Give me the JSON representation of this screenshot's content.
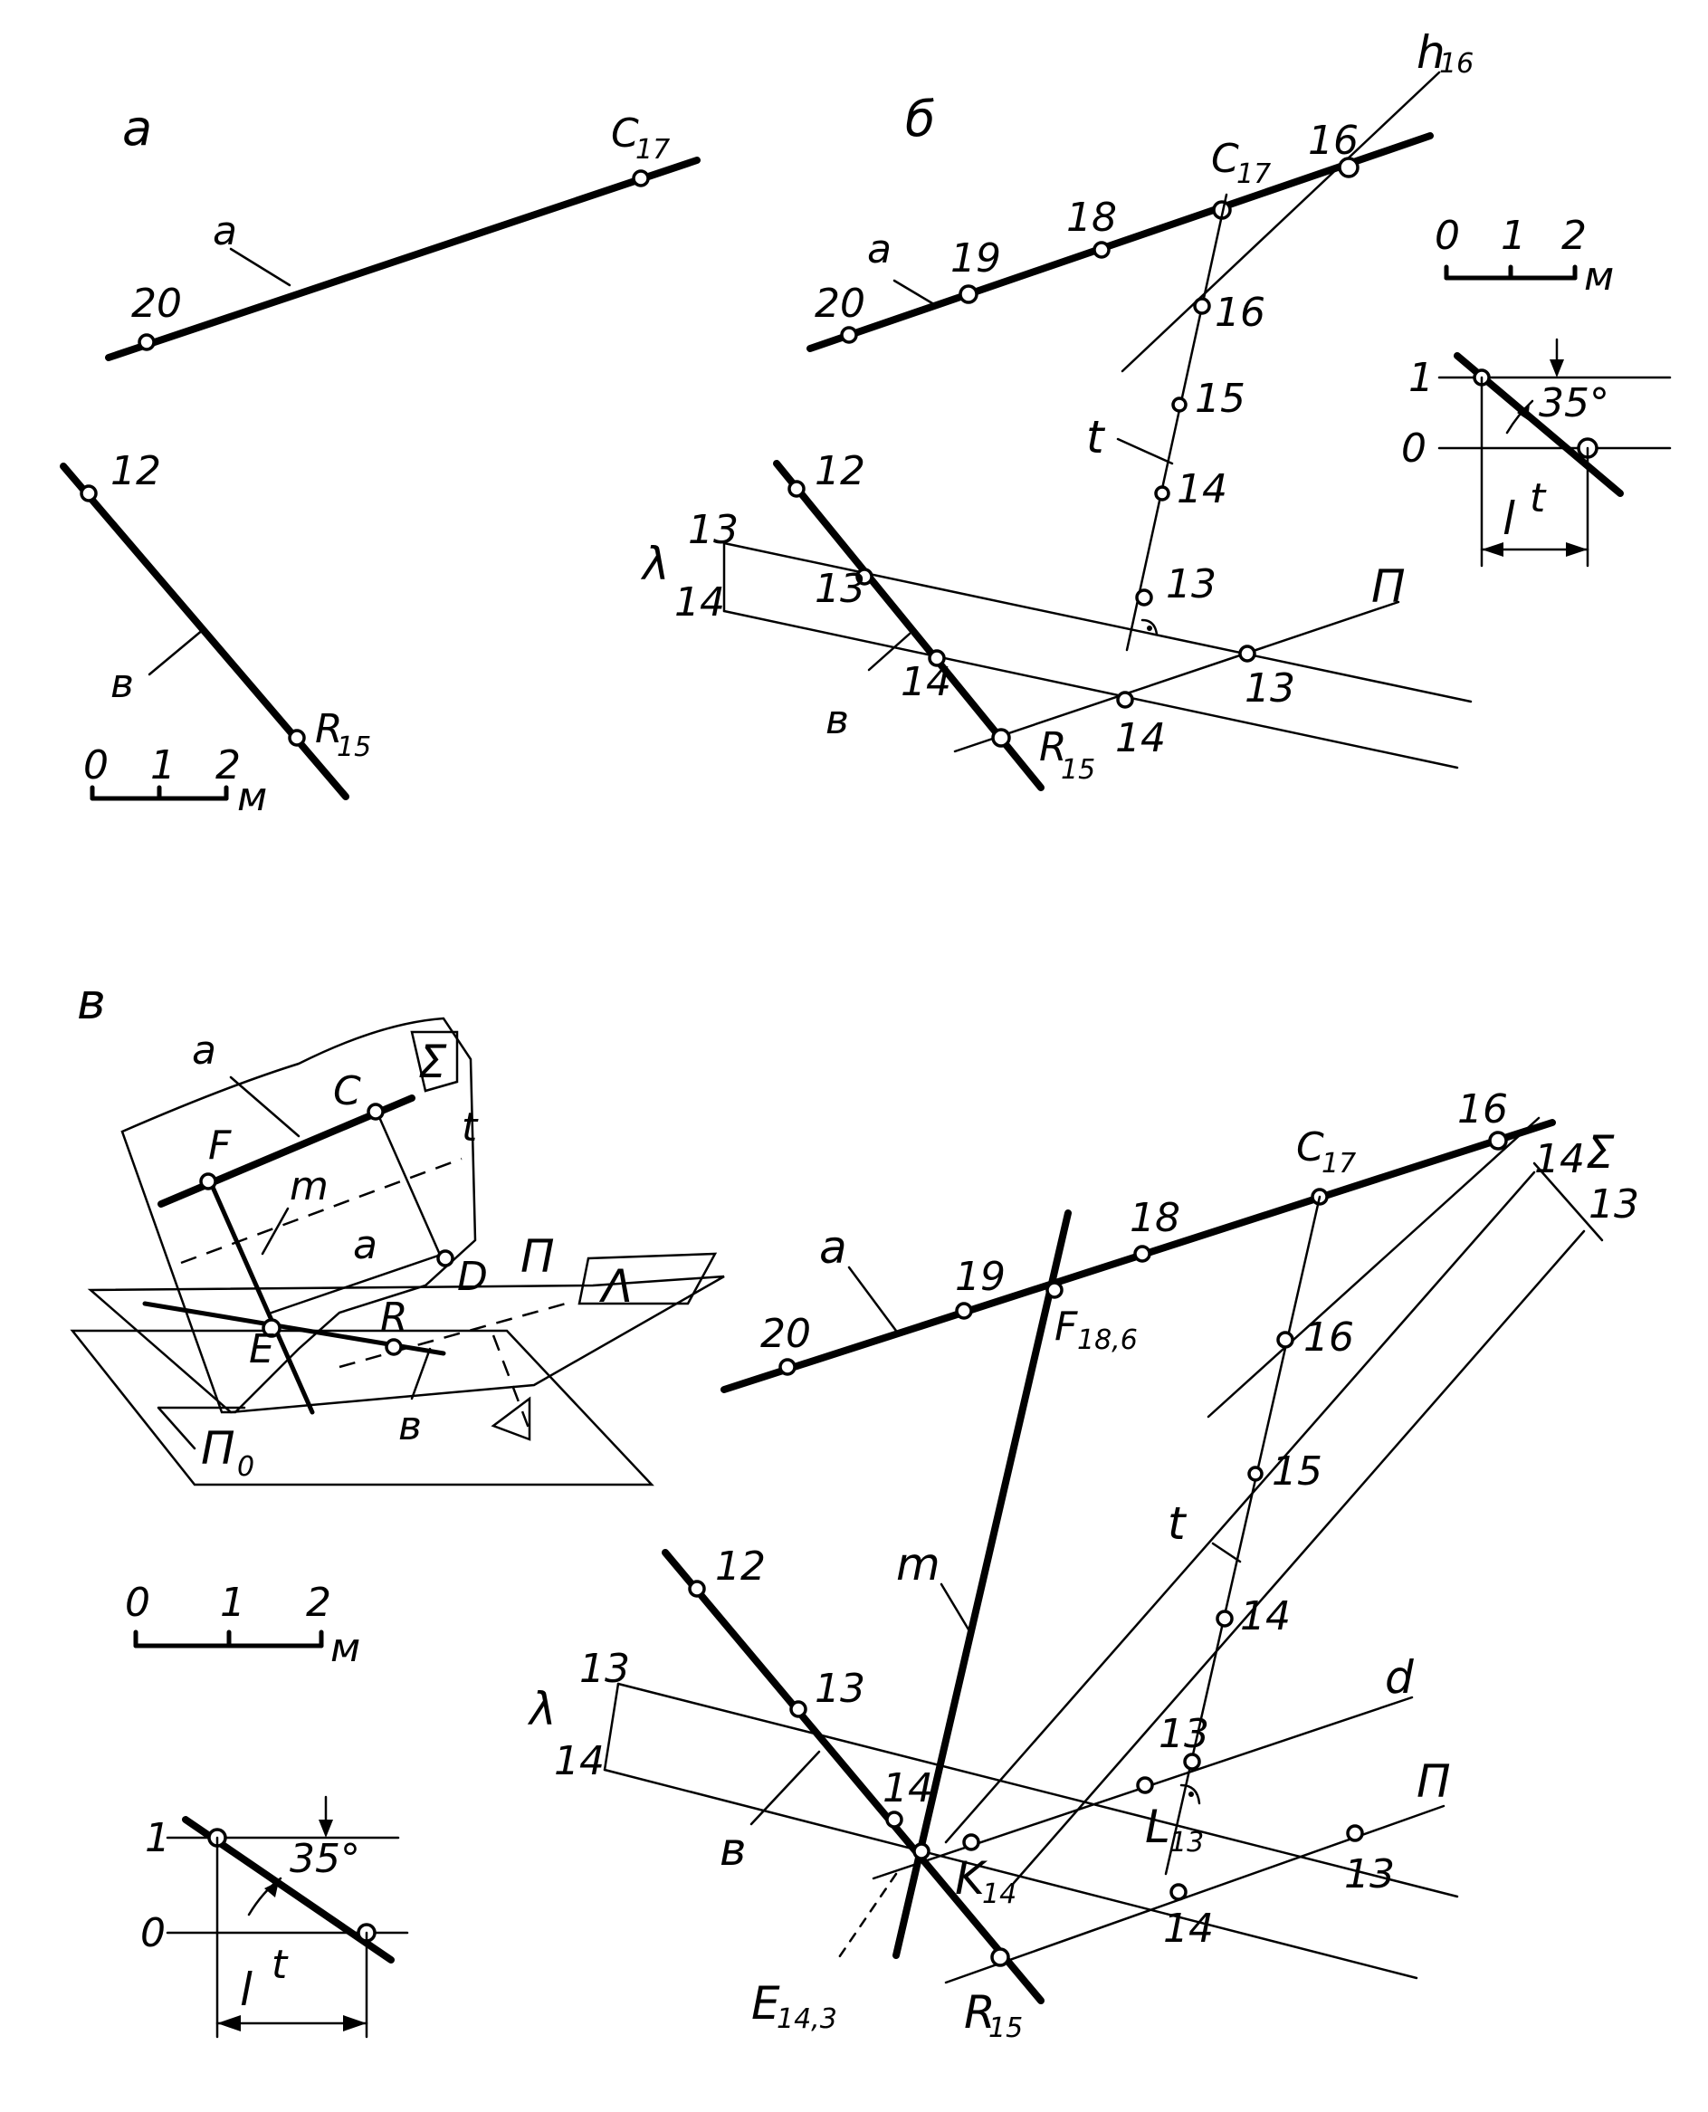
{
  "sections": {
    "a": "a",
    "b": "б",
    "c": "в"
  },
  "scale": {
    "t0": "0",
    "t1": "1",
    "t2": "2",
    "unit": "м"
  },
  "slope": {
    "one": "1",
    "zero": "0",
    "angle": "35°",
    "l": "l",
    "t": "t"
  },
  "lines": {
    "a": "a",
    "b": "в",
    "t": "t",
    "lambda": "λ",
    "n": "п",
    "m": "m",
    "d": "d",
    "sigma": "Σ",
    "h": "h",
    "h_sub": "16"
  },
  "points": {
    "C": "C",
    "C_sub": "17",
    "R": "R",
    "R_sub": "15",
    "F": "F",
    "F_sub": "18,6",
    "K": "K",
    "K_sub": "14",
    "L": "L",
    "L_sub": "13",
    "E": "E",
    "E_sub": "14,3",
    "D": "D"
  },
  "marks": {
    "m12": "12",
    "m13": "13",
    "m14": "14",
    "m15": "15",
    "m16": "16",
    "m18": "18",
    "m19": "19",
    "m20": "20"
  },
  "planes": {
    "sigma": "Σ",
    "lambda": "Λ",
    "pi": "П",
    "pi0": "П",
    "pi0_sub": "0"
  }
}
